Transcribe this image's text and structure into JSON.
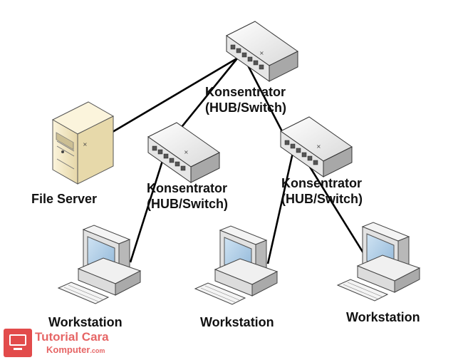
{
  "nodes": {
    "konsentrator_top": {
      "line1": "Konsentrator",
      "line2": "(HUB/Switch)"
    },
    "konsentrator_left": {
      "line1": "Konsentrator",
      "line2": "(HUB/Switch)"
    },
    "konsentrator_right": {
      "line1": "Konsentrator",
      "line2": "(HUB/Switch)"
    },
    "file_server": {
      "label": "File Server"
    },
    "workstation_1": {
      "label": "Workstation"
    },
    "workstation_2": {
      "label": "Workstation"
    },
    "workstation_3": {
      "label": "Workstation"
    }
  },
  "watermark": {
    "line1": "Tutorial Cara",
    "line2": "Komputer",
    "line2_suffix": ".com"
  },
  "colors": {
    "device_face": "#f3f3f3",
    "device_side": "#c9c9c9",
    "device_shade": "#9a9a9a",
    "server_body": "#f4e9c8",
    "server_side": "#d8c99a",
    "screen": "#a9cbe6",
    "line": "#000000",
    "watermark": "#e24b4b"
  }
}
